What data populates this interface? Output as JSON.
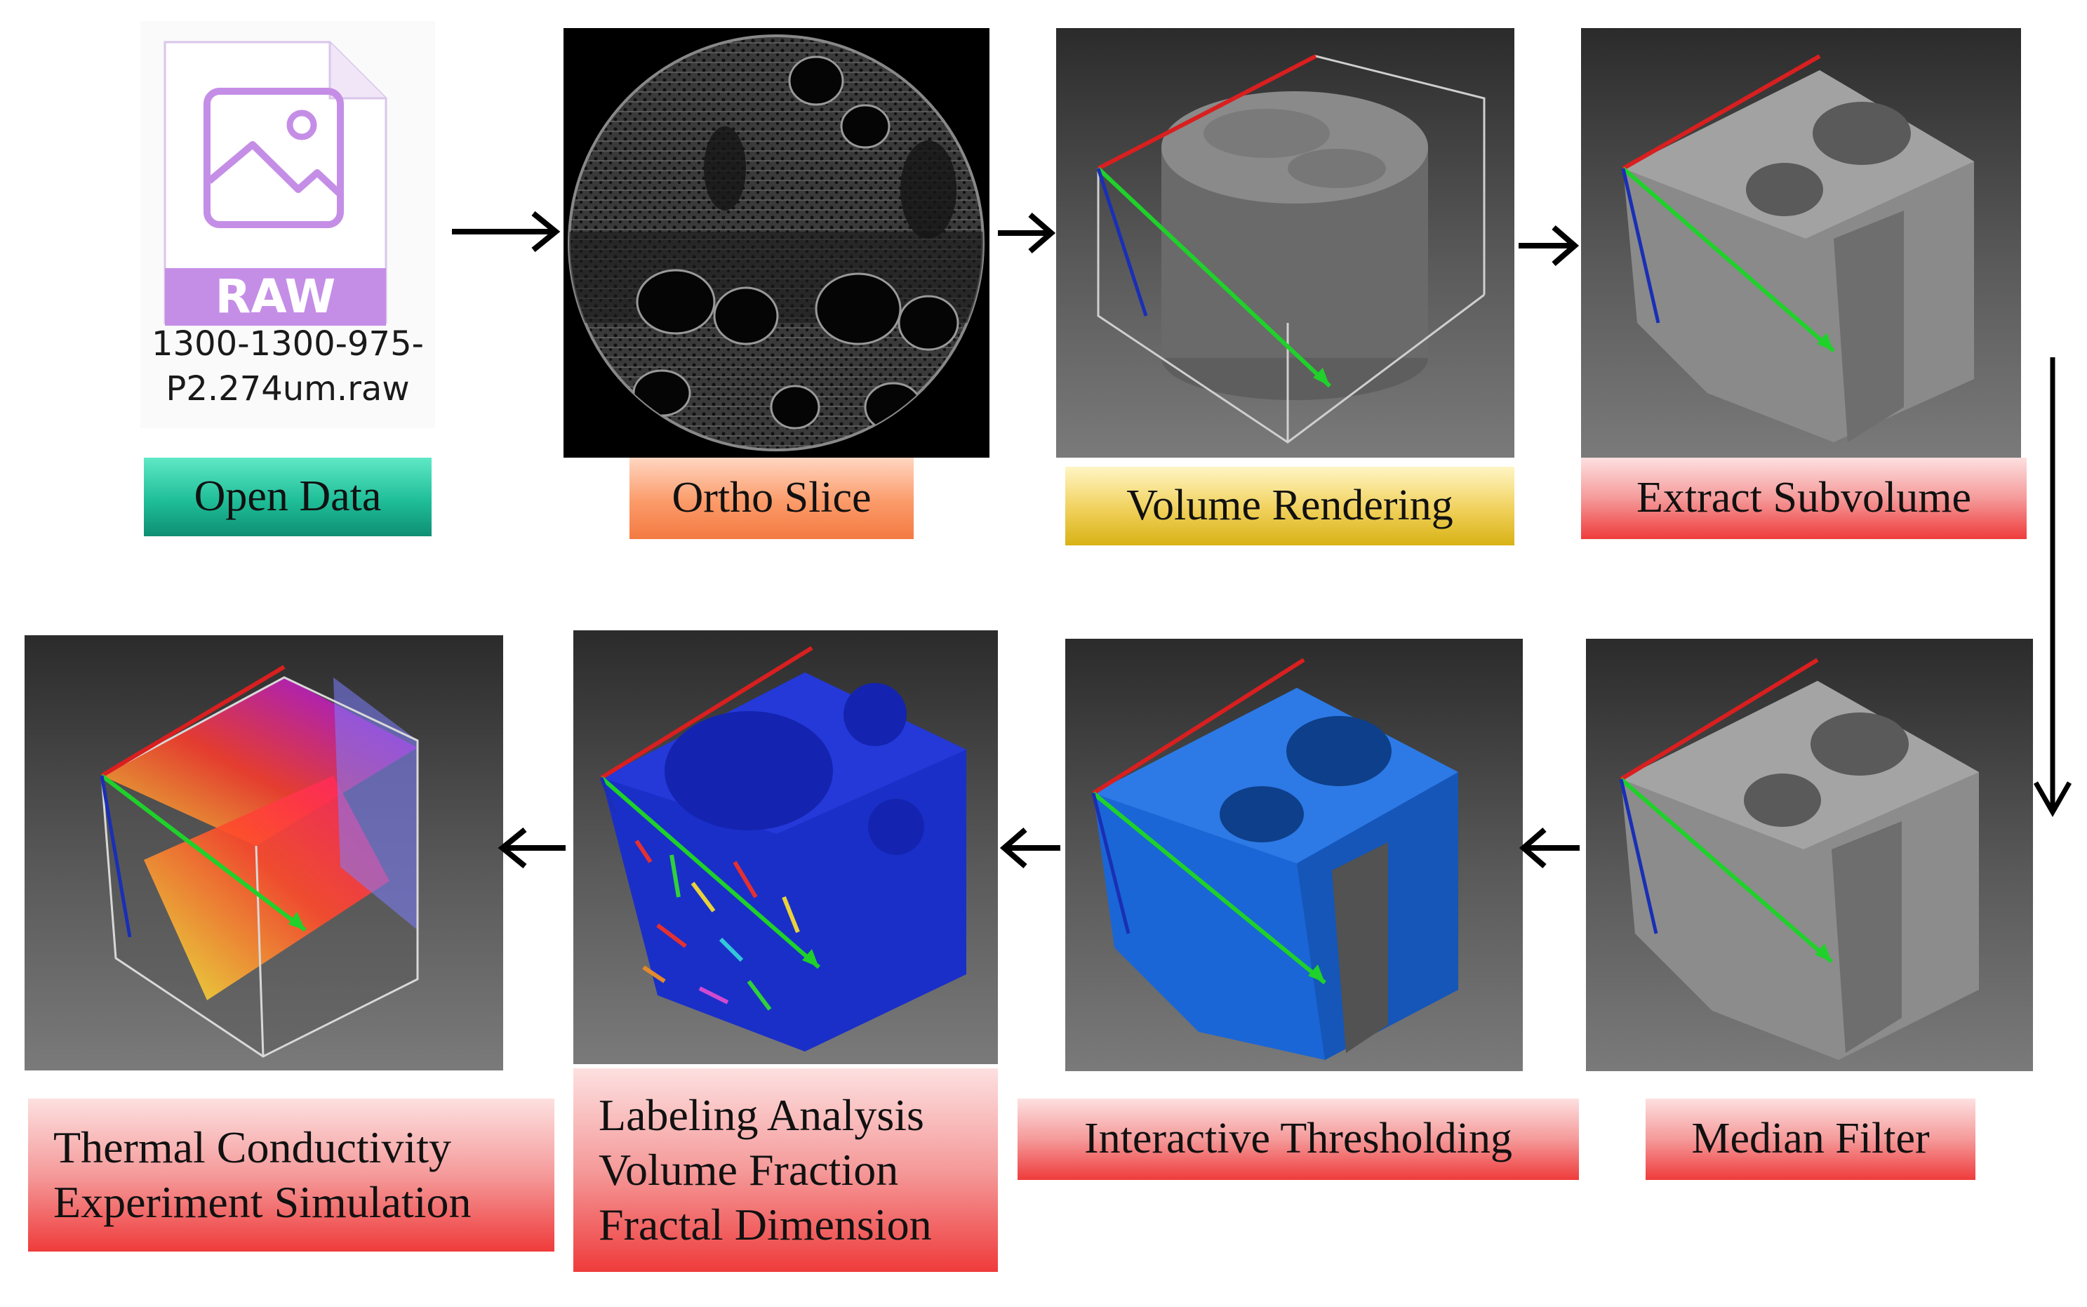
{
  "steps": {
    "open_data": {
      "label": "Open Data"
    },
    "ortho_slice": {
      "label": "Ortho Slice"
    },
    "volume_rendering": {
      "label": "Volume Rendering"
    },
    "extract_subvolume": {
      "label": "Extract Subvolume"
    },
    "median_filter": {
      "label": "Median Filter"
    },
    "interactive_thresholding": {
      "label": "Interactive Thresholding"
    },
    "labeling": {
      "lines": [
        "Labeling Analysis",
        "Volume Fraction",
        "Fractal Dimension"
      ]
    },
    "thermal": {
      "lines": [
        "Thermal Conductivity",
        "Experiment Simulation"
      ]
    }
  },
  "raw_file": {
    "badge": "RAW",
    "name_lines": [
      "1300-1300-975-",
      "P2.274um.raw"
    ],
    "icon": "image-file-icon"
  },
  "colors": {
    "axis_x": "#d91f1f",
    "axis_y": "#1fd12a",
    "axis_z": "#1a2fb5",
    "threshold_blue": "#1a66d6",
    "raw_purple": "#c58ee6"
  },
  "arrows": [
    "right-arrow",
    "right-arrow",
    "right-arrow",
    "down-arrow",
    "left-arrow",
    "left-arrow",
    "left-arrow"
  ]
}
